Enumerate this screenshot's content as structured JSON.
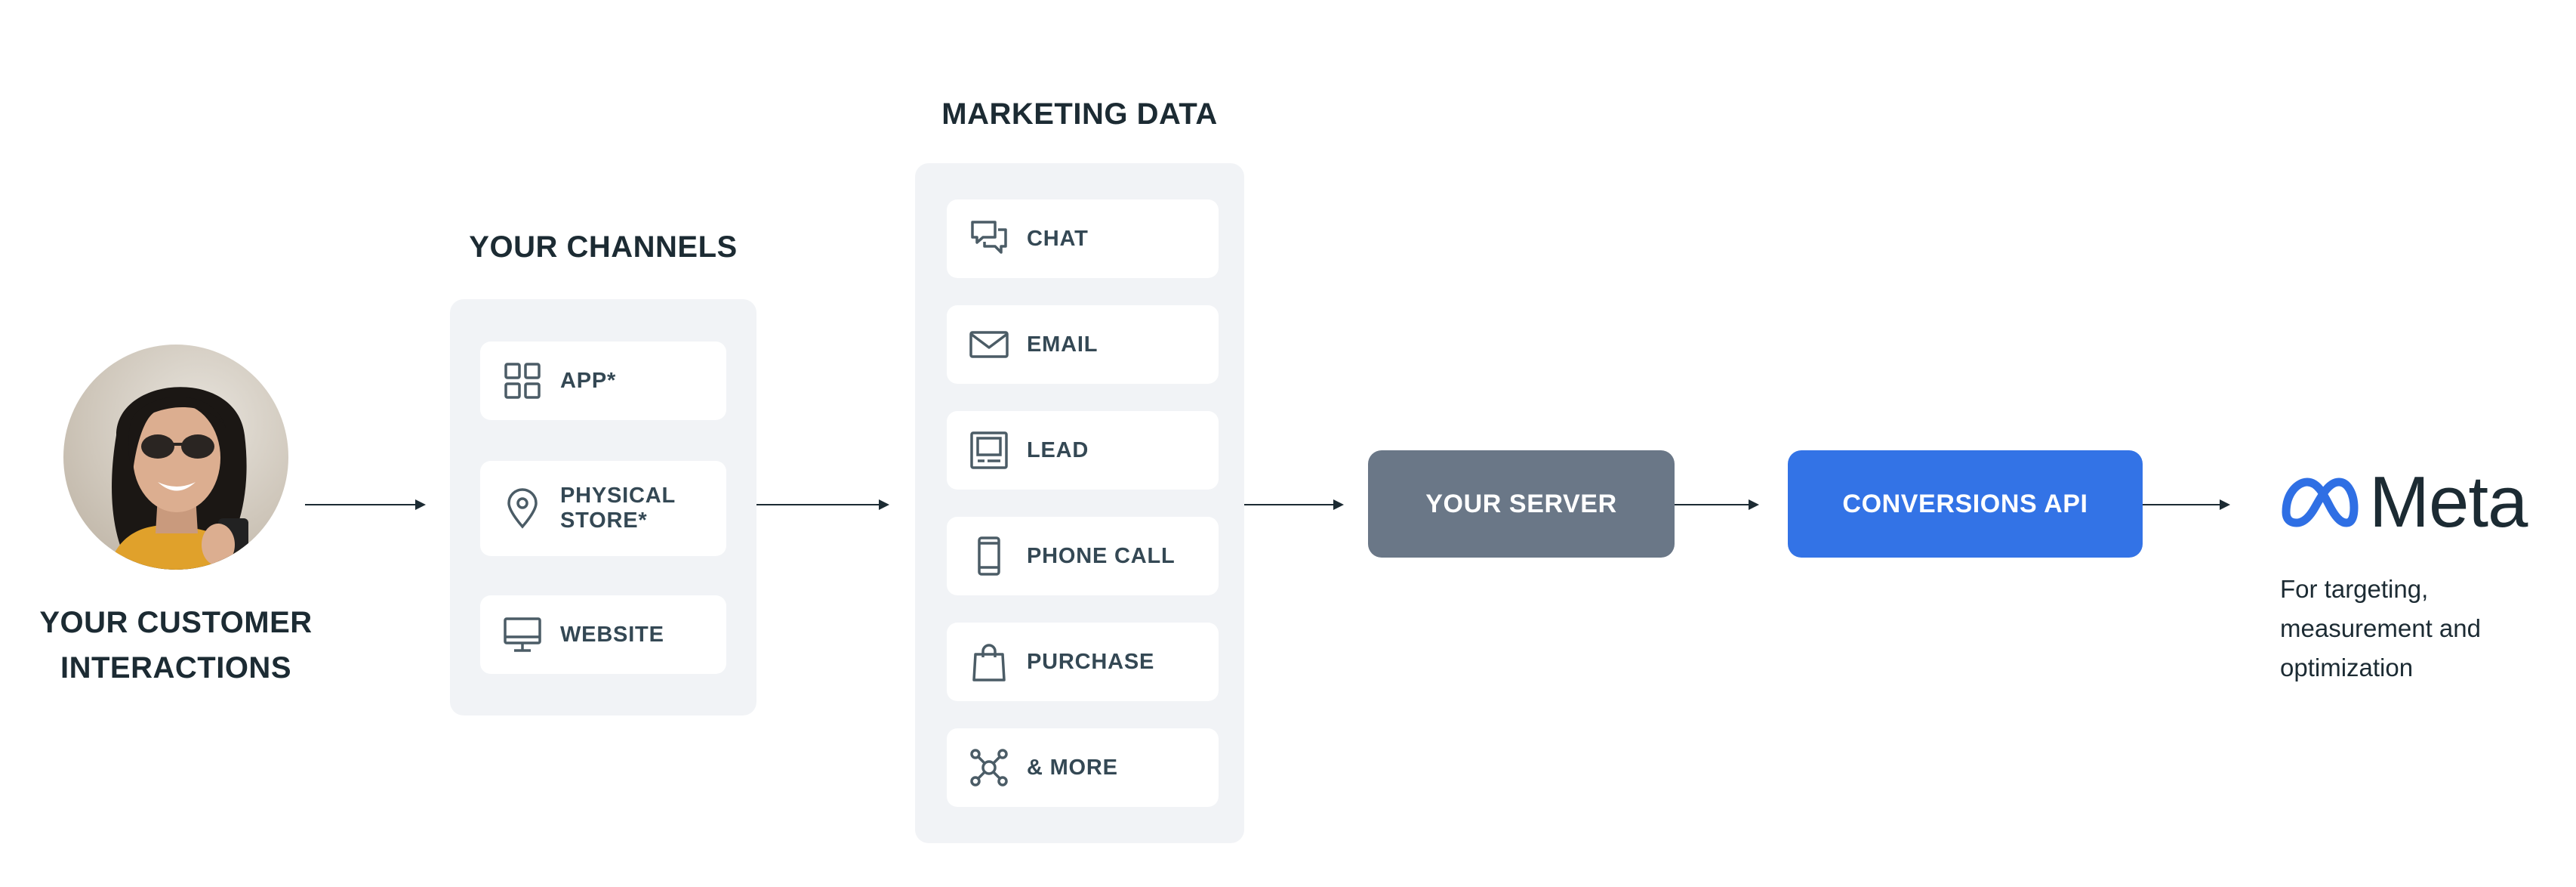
{
  "customer": {
    "heading_line1": "YOUR CUSTOMER",
    "heading_line2": "INTERACTIONS"
  },
  "channels": {
    "heading": "YOUR CHANNELS",
    "items": [
      {
        "label_line1": "APP*",
        "label_line2": "",
        "icon": "app-grid-icon"
      },
      {
        "label_line1": "PHYSICAL",
        "label_line2": "STORE*",
        "icon": "location-pin-icon"
      },
      {
        "label_line1": "WEBSITE",
        "label_line2": "",
        "icon": "monitor-icon"
      }
    ]
  },
  "marketing": {
    "heading": "MARKETING DATA",
    "items": [
      {
        "label": "CHAT",
        "icon": "chat-bubbles-icon"
      },
      {
        "label": "EMAIL",
        "icon": "envelope-icon"
      },
      {
        "label": "LEAD",
        "icon": "lead-form-icon"
      },
      {
        "label": "PHONE CALL",
        "icon": "phone-icon"
      },
      {
        "label": "PURCHASE",
        "icon": "shopping-bag-icon"
      },
      {
        "label": "& MORE",
        "icon": "network-icon"
      }
    ]
  },
  "server": {
    "label": "YOUR SERVER",
    "color": "#6a7787"
  },
  "conversions": {
    "label": "CONVERSIONS API",
    "color": "#3373e6"
  },
  "meta": {
    "wordmark": "Meta",
    "desc_line1": "For targeting,",
    "desc_line2": "measurement and",
    "desc_line3": "optimization",
    "logo_color": "#2f6fe4"
  }
}
